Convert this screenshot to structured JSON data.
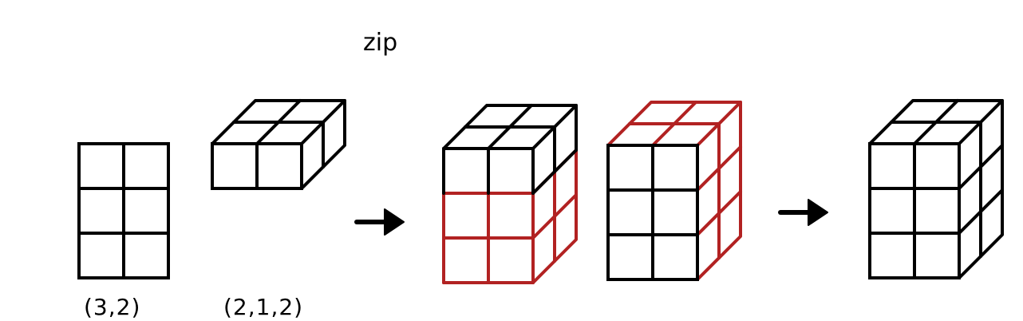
{
  "title": "zip",
  "labels": {
    "shape_a": "(3,2)",
    "shape_b": "(2,1,2)"
  },
  "colors": {
    "ink": "#000000",
    "highlight": "#b22222",
    "background": "#ffffff"
  },
  "icons": {
    "arrow_1": "right-arrow-icon",
    "arrow_2": "right-arrow-icon"
  }
}
